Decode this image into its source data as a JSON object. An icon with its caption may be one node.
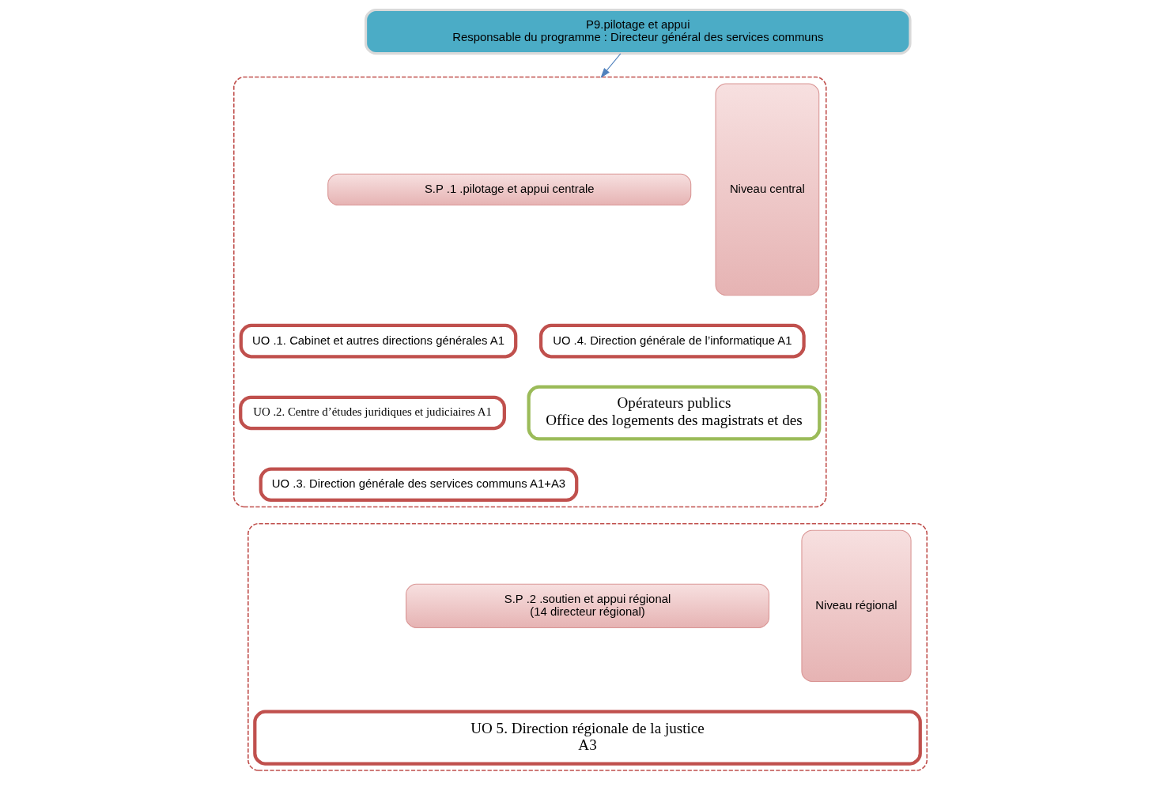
{
  "diagram": {
    "nodes": [
      {
        "text": [
          "P9.pilotage et appui",
          "Responsable du programme : Directeur général des services communs"
        ]
      },
      {
        "text": [],
        "shape": "box"
      },
      {
        "text": [
          "S.P .1 .pilotage et appui centrale"
        ],
        "in": 1
      },
      {
        "text": [
          "UO .4. Direction générale de l’informatique A1"
        ],
        "in": 1
      },
      {
        "text": [
          "Opérateurs publics",
          "Office des logements des magistrats et des"
        ],
        "in": 1
      },
      {
        "text": [
          "UO .1. Cabinet et autres directions générales A1"
        ],
        "in": 1
      },
      {
        "text": [
          "UO .2. Centre d’études juridiques et judiciaires A1"
        ],
        "in": 1
      },
      {
        "text": [
          "UO .3. Direction générale des services communs A1+A3"
        ],
        "in": 1
      },
      {
        "text": [
          "Niveau central"
        ],
        "in": 1
      },
      {
        "text": [],
        "shape": "box"
      },
      {
        "text": [
          "S.P .2 .soutien et appui régional",
          "(14 directeur régional)"
        ],
        "in": 9
      },
      {
        "text": [
          "UO 5. Direction régionale de la justice",
          "A3"
        ],
        "in": 9
      },
      {
        "text": [
          "Niveau régional"
        ],
        "in": 9
      }
    ],
    "edges": [
      {
        "from": 0,
        "to": 1,
        "arrow": "to",
        "color": "#4f81bd"
      }
    ]
  }
}
